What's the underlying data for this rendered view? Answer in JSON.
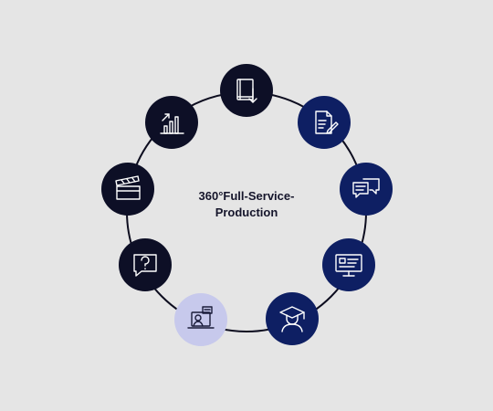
{
  "center": {
    "title_line1": "360°Full-Service-",
    "title_line2": "Production"
  },
  "colors": {
    "background": "#e5e5e5",
    "dark": "#0d0f26",
    "navy": "#0e1f63",
    "light": "#c7c9ec",
    "ring": "#0d0d1f"
  },
  "nodes": [
    {
      "icon": "book-download-icon",
      "style": "dark"
    },
    {
      "icon": "document-edit-icon",
      "style": "navy"
    },
    {
      "icon": "chat-bubbles-icon",
      "style": "navy"
    },
    {
      "icon": "monitor-icon",
      "style": "navy"
    },
    {
      "icon": "graduate-icon",
      "style": "navy"
    },
    {
      "icon": "laptop-presenter-icon",
      "style": "light"
    },
    {
      "icon": "question-bubble-icon",
      "style": "dark"
    },
    {
      "icon": "clapperboard-icon",
      "style": "dark"
    },
    {
      "icon": "bar-chart-growth-icon",
      "style": "dark"
    }
  ]
}
